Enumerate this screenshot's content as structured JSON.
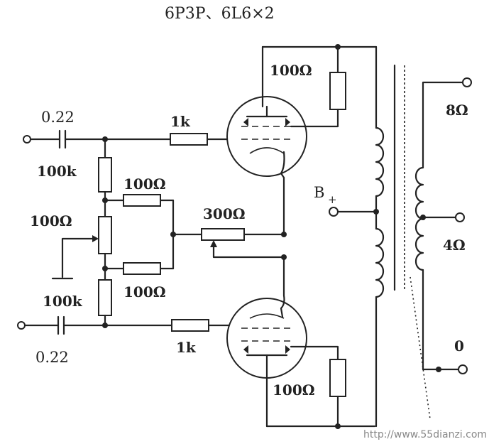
{
  "diagram": {
    "title": "6P3P、6L6×2",
    "labels": {
      "cap_top": "0.22",
      "cap_bottom": "0.22",
      "res_grid_top": "1k",
      "res_grid_bottom": "1k",
      "res_bias_top": "100k",
      "res_bias_bottom": "100k",
      "pot_balance": "100Ω",
      "res_upper_mid": "100Ω",
      "res_lower_mid": "100Ω",
      "pot_cathode": "300Ω",
      "res_screen_top": "100Ω",
      "res_screen_bottom": "100Ω",
      "supply": "B",
      "supply_sub": "+",
      "out_8": "8Ω",
      "out_4": "4Ω",
      "out_0": "0"
    },
    "watermark": "http://www.55dianzi.com"
  }
}
